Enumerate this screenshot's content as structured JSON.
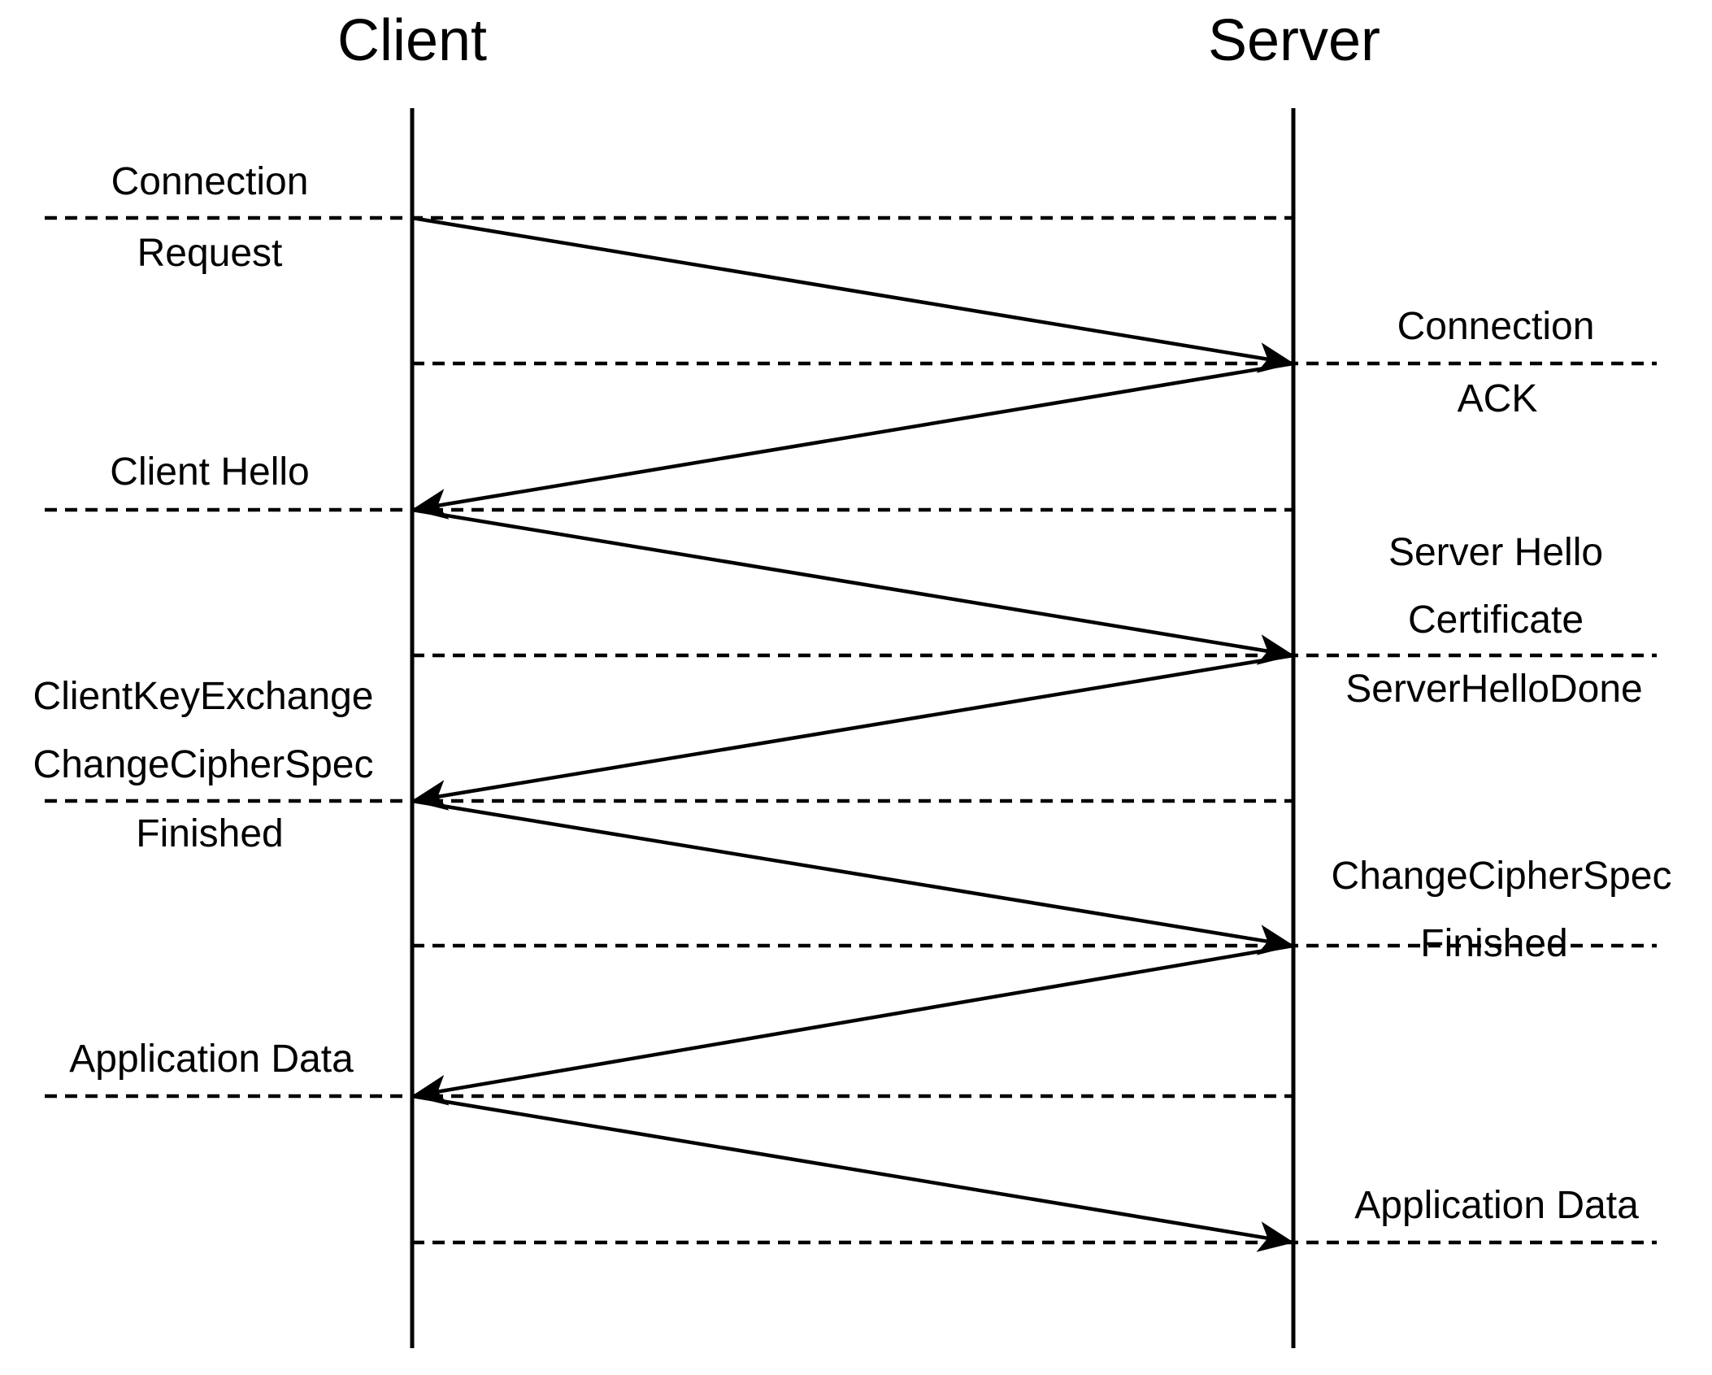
{
  "colors": {
    "ink": "#000000",
    "background": "#ffffff"
  },
  "actors": {
    "client": "Client",
    "server": "Server"
  },
  "messages": [
    {
      "from": "client",
      "to": "server",
      "lines": [
        "Connection",
        "Request"
      ]
    },
    {
      "from": "server",
      "to": "client",
      "lines": [
        "Connection",
        "ACK"
      ]
    },
    {
      "from": "client",
      "to": "server",
      "lines": [
        "Client Hello"
      ]
    },
    {
      "from": "server",
      "to": "client",
      "lines": [
        "Server Hello",
        "Certificate",
        "ServerHelloDone"
      ]
    },
    {
      "from": "client",
      "to": "server",
      "lines": [
        "ClientKeyExchange",
        "ChangeCipherSpec",
        "Finished"
      ]
    },
    {
      "from": "server",
      "to": "client",
      "lines": [
        "ChangeCipherSpec",
        "Finished"
      ]
    },
    {
      "from": "client",
      "to": "server",
      "lines": [
        "Application Data"
      ]
    },
    {
      "from": "server",
      "to": null,
      "lines": [
        "Application Data"
      ]
    }
  ]
}
